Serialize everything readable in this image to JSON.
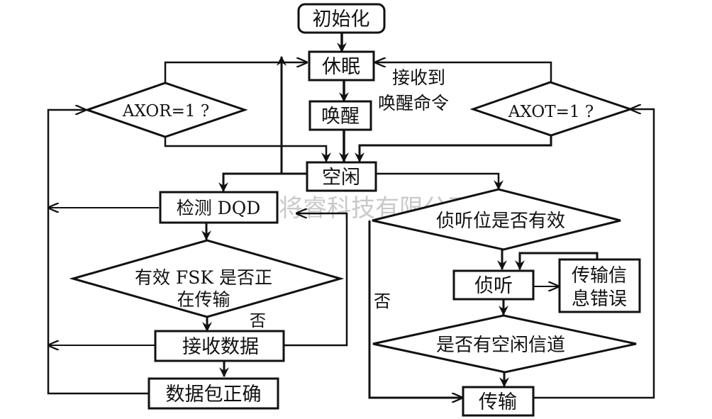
{
  "diagram": {
    "type": "flowchart",
    "line_color": "#111111",
    "background": "#ffffff",
    "watermark": "杭州将睿科技有限公司",
    "nodes": {
      "init": "初始化",
      "sleep": "休眠",
      "wake": "唤醒",
      "wake_note_line1": "接收到",
      "wake_note_line2": "唤醒命令",
      "axor": "AXOR=1 ?",
      "axot": "AXOT=1 ?",
      "idle": "空闲",
      "detect": "检测 DQD",
      "fsk_line1": "有效 FSK 是否正",
      "fsk_line2": "在传输",
      "fsk_no": "否",
      "receive": "接收数据",
      "packet_ok": "数据包正确",
      "listen_valid": "侦听位是否有效",
      "listen_no": "否",
      "listen": "侦听",
      "tx_error_line1": "传输信",
      "tx_error_line2": "息错误",
      "free_channel": "是否有空闲信道",
      "transmit": "传输"
    },
    "edges": [
      {
        "from": "初始化",
        "to": "休眠"
      },
      {
        "from": "休眠",
        "to": "唤醒"
      },
      {
        "from": "唤醒",
        "to": "空闲"
      },
      {
        "from": "AXOR=1 ?",
        "to": "休眠"
      },
      {
        "from": "AXOR=1 ?",
        "to": "空闲"
      },
      {
        "from": "AXOT=1 ?",
        "to": "休眠"
      },
      {
        "from": "AXOT=1 ?",
        "to": "空闲"
      },
      {
        "from": "空闲",
        "to": "休眠"
      },
      {
        "from": "空闲",
        "to": "检测 DQD"
      },
      {
        "from": "空闲",
        "to": "侦听位是否有效"
      },
      {
        "from": "检测 DQD",
        "to": "有效 FSK 是否正在传输"
      },
      {
        "from": "检测 DQD",
        "to": "AXOR=1 ?"
      },
      {
        "from": "有效 FSK 是否正在传输",
        "to": "接收数据"
      },
      {
        "from": "接收数据",
        "to": "检测 DQD",
        "label": "否"
      },
      {
        "from": "接收数据",
        "to": "AXOR=1 ?"
      },
      {
        "from": "接收数据",
        "to": "数据包正确"
      },
      {
        "from": "数据包正确",
        "to": "AXOR=1 ?"
      },
      {
        "from": "侦听位是否有效",
        "to": "侦听"
      },
      {
        "from": "侦听位是否有效",
        "to": "传输",
        "label": "否"
      },
      {
        "from": "侦听",
        "to": "传输信息错误"
      },
      {
        "from": "传输信息错误",
        "to": "侦听"
      },
      {
        "from": "侦听",
        "to": "是否有空闲信道"
      },
      {
        "from": "是否有空闲信道",
        "to": "传输"
      },
      {
        "from": "传输",
        "to": "AXOT=1 ?"
      }
    ]
  }
}
